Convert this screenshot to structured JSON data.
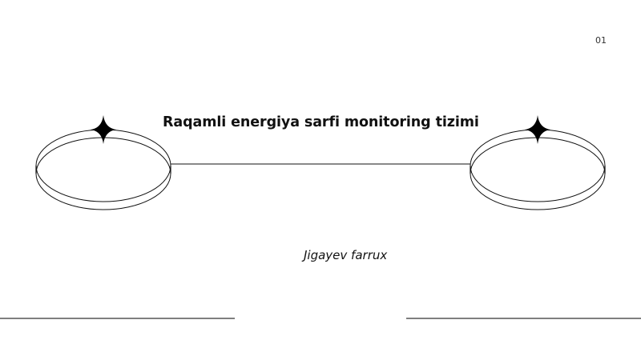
{
  "slide": {
    "page_number": "01",
    "title": "Raqamli energiya sarfi monitoring tizimi",
    "author": "Jigayev farrux"
  },
  "decorations": {
    "left_ring": {
      "icon": "ring-with-star-icon"
    },
    "right_ring": {
      "icon": "ring-with-star-icon"
    },
    "line_color": "#111111"
  }
}
